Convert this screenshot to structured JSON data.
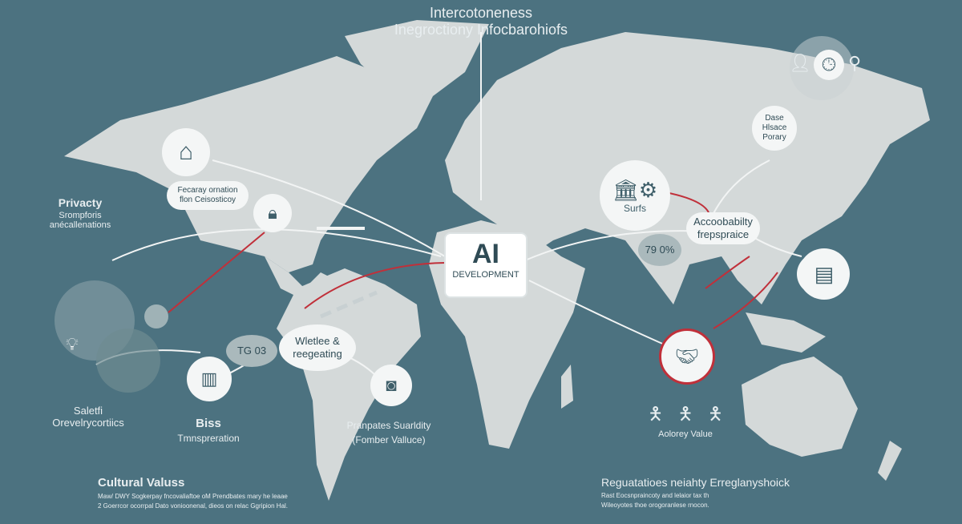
{
  "title": {
    "line1": "Intercotoneness",
    "line2": "Inegroctiony Infocbarohiofs"
  },
  "center": {
    "big": "AI",
    "small": "DEVELOPMENT"
  },
  "labels": {
    "privacy": {
      "title": "Privacty",
      "line1": "Srompforis",
      "line2": "anécallenations"
    },
    "privacy_bubble": {
      "line1": "Fecaray ornation",
      "line2": "flon Ceisosticoy"
    },
    "safety": {
      "title": "Saletfi",
      "line1": "Orevelrycortiics"
    },
    "bias": {
      "title": "Biss",
      "line1": "Tmnspreration"
    },
    "welfare_bubble": {
      "line1": "Wletlee &",
      "line2": "reegeating"
    },
    "welfare_pct": "TG 03",
    "prospects": {
      "line1": "Pranpates Suarldity",
      "line2": "(Fomber Valluce)"
    },
    "surfs": "Surfs",
    "accountability": {
      "line1": "Accoobabilty",
      "line2": "frepspraice"
    },
    "accountability_pct": "79 0%",
    "data_house": {
      "line1": "Dase",
      "line2": "Hlsace",
      "line3": "Porary"
    },
    "advisory": "Aolorey Value"
  },
  "footer": {
    "left": {
      "title": "Cultural Valuss",
      "line1": "Maw/ DWY Sogkerpay fncovaliaftoe oM Prendbates mary he leaae",
      "line2": "2 Goerrcor ocorrpal Dato vonioonenal, dieos on relac Ggripion Hal."
    },
    "right": {
      "title": "Reguatatioes neiahty Erreglanyshoick",
      "line1": "Rast Eocsnpraincoty and lelaior tax th",
      "line2": "Wileoyotes thoe orogoranlese rnocon."
    }
  },
  "colors": {
    "background": "#4c7280",
    "land": "#d4d9d9",
    "accent": "#c0303a",
    "icon": "#3f5f6a"
  },
  "icons": [
    "house-icon",
    "lock-icon",
    "bank-icon",
    "gear-icon",
    "document-icon",
    "handshake-icon",
    "bar-chart-icon",
    "headset-icon",
    "lightbulb-icon",
    "clock-icon",
    "people-icon",
    "person-icon"
  ]
}
